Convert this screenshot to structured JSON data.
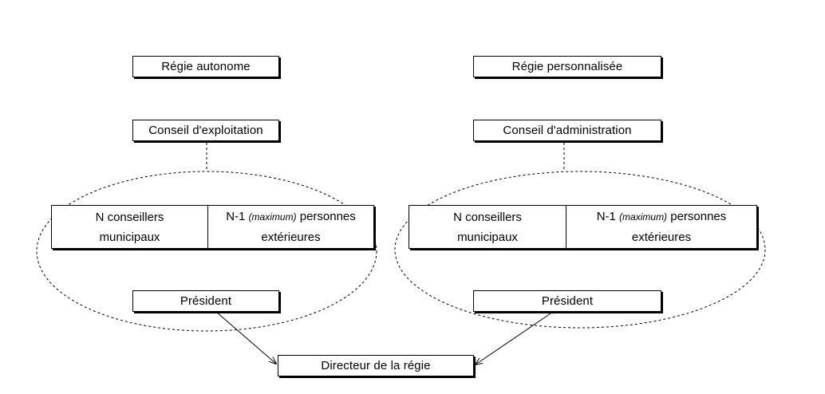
{
  "left": {
    "type_label": "Régie autonome",
    "council_label": "Conseil d'exploitation",
    "members_left_line1": "N conseillers",
    "members_left_line2": "municipaux",
    "members_right_prefix": "N-1 ",
    "members_right_em": "(maximum)",
    "members_right_suffix": " personnes",
    "members_right_line2": "extérieures",
    "president_label": "Président"
  },
  "right": {
    "type_label": "Régie personnalisée",
    "council_label": "Conseil d'administration",
    "members_left_line1": "N conseillers",
    "members_left_line2": "municipaux",
    "members_right_prefix": "N-1 ",
    "members_right_em": "(maximum)",
    "members_right_suffix": " personnes",
    "members_right_line2": "extérieures",
    "president_label": "Président"
  },
  "director_label": "Directeur de la régie"
}
